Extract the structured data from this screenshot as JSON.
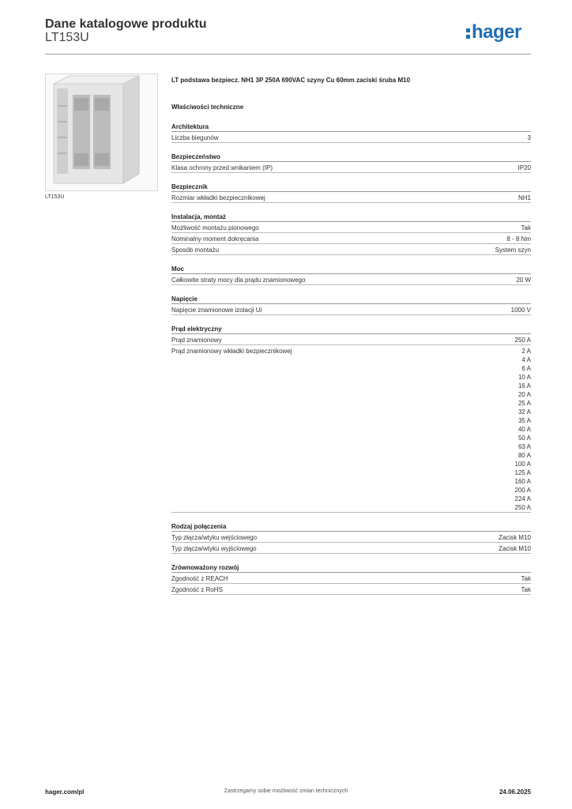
{
  "header": {
    "title": "Dane katalogowe produktu",
    "subtitle": "LT153U",
    "logo_text": "hager",
    "brand_color": "#1f6fb5"
  },
  "product": {
    "image_caption": "LT153U",
    "description": "LT podstawa bezpiecz. NH1 3P 250A 690VAC szyny Cu 60mm zaciski śruba M10",
    "properties_heading": "Właściwości techniczne"
  },
  "sections": [
    {
      "title": "Architektura",
      "rows": [
        {
          "label": "Liczba biegunów",
          "values": [
            "3"
          ]
        }
      ]
    },
    {
      "title": "Bezpieczeństwo",
      "rows": [
        {
          "label": "Klasa ochrony przed wnikaniem (IP)",
          "values": [
            "IP20"
          ]
        }
      ]
    },
    {
      "title": "Bezpiecznik",
      "rows": [
        {
          "label": "Rozmiar wkładki bezpiecznikowej",
          "values": [
            "NH1"
          ]
        }
      ]
    },
    {
      "title": "Instalacja, montaż",
      "rows": [
        {
          "label": "Możliwość montażu pionowego",
          "values": [
            "Tak"
          ]
        },
        {
          "label": "Nominalny moment dokręcania",
          "values": [
            "8 - 8 Nm"
          ]
        },
        {
          "label": "Sposób montażu",
          "values": [
            "System szyn"
          ]
        }
      ]
    },
    {
      "title": "Moc",
      "rows": [
        {
          "label": "Całkowite straty mocy dla prądu znamionowego",
          "values": [
            "20 W"
          ]
        }
      ]
    },
    {
      "title": "Napięcie",
      "rows": [
        {
          "label": "Napięcie znamionowe izolacji Ui",
          "values": [
            "1000 V"
          ]
        }
      ]
    },
    {
      "title": "Prąd elektryczny",
      "rows": [
        {
          "label": "Prąd znamionowy",
          "values": [
            "250 A"
          ]
        },
        {
          "label": "Prąd znamionowy wkładki bezpiecznikowej",
          "values": [
            "2 A",
            "4 A",
            "6 A",
            "10 A",
            "16 A",
            "20 A",
            "25 A",
            "32 A",
            "35 A",
            "40 A",
            "50 A",
            "63 A",
            "80 A",
            "100 A",
            "125 A",
            "160 A",
            "200 A",
            "224 A",
            "250 A"
          ]
        }
      ]
    },
    {
      "title": "Rodzaj połączenia",
      "rows": [
        {
          "label": "Typ złącza/wtyku wejściowego",
          "values": [
            "Zacisk M10"
          ]
        },
        {
          "label": "Typ złącza/wtyku wyjściowego",
          "values": [
            "Zacisk M10"
          ]
        }
      ]
    },
    {
      "title": "Zrównoważony rozwój",
      "rows": [
        {
          "label": "Zgodność z REACH",
          "values": [
            "Tak"
          ]
        },
        {
          "label": "Zgodność z RoHS",
          "values": [
            "Tak"
          ]
        }
      ]
    }
  ],
  "footer": {
    "website": "hager.com/pl",
    "note": "Zastrzegamy sobie możliwość zmian technicznych",
    "date": "24.06.2025"
  }
}
